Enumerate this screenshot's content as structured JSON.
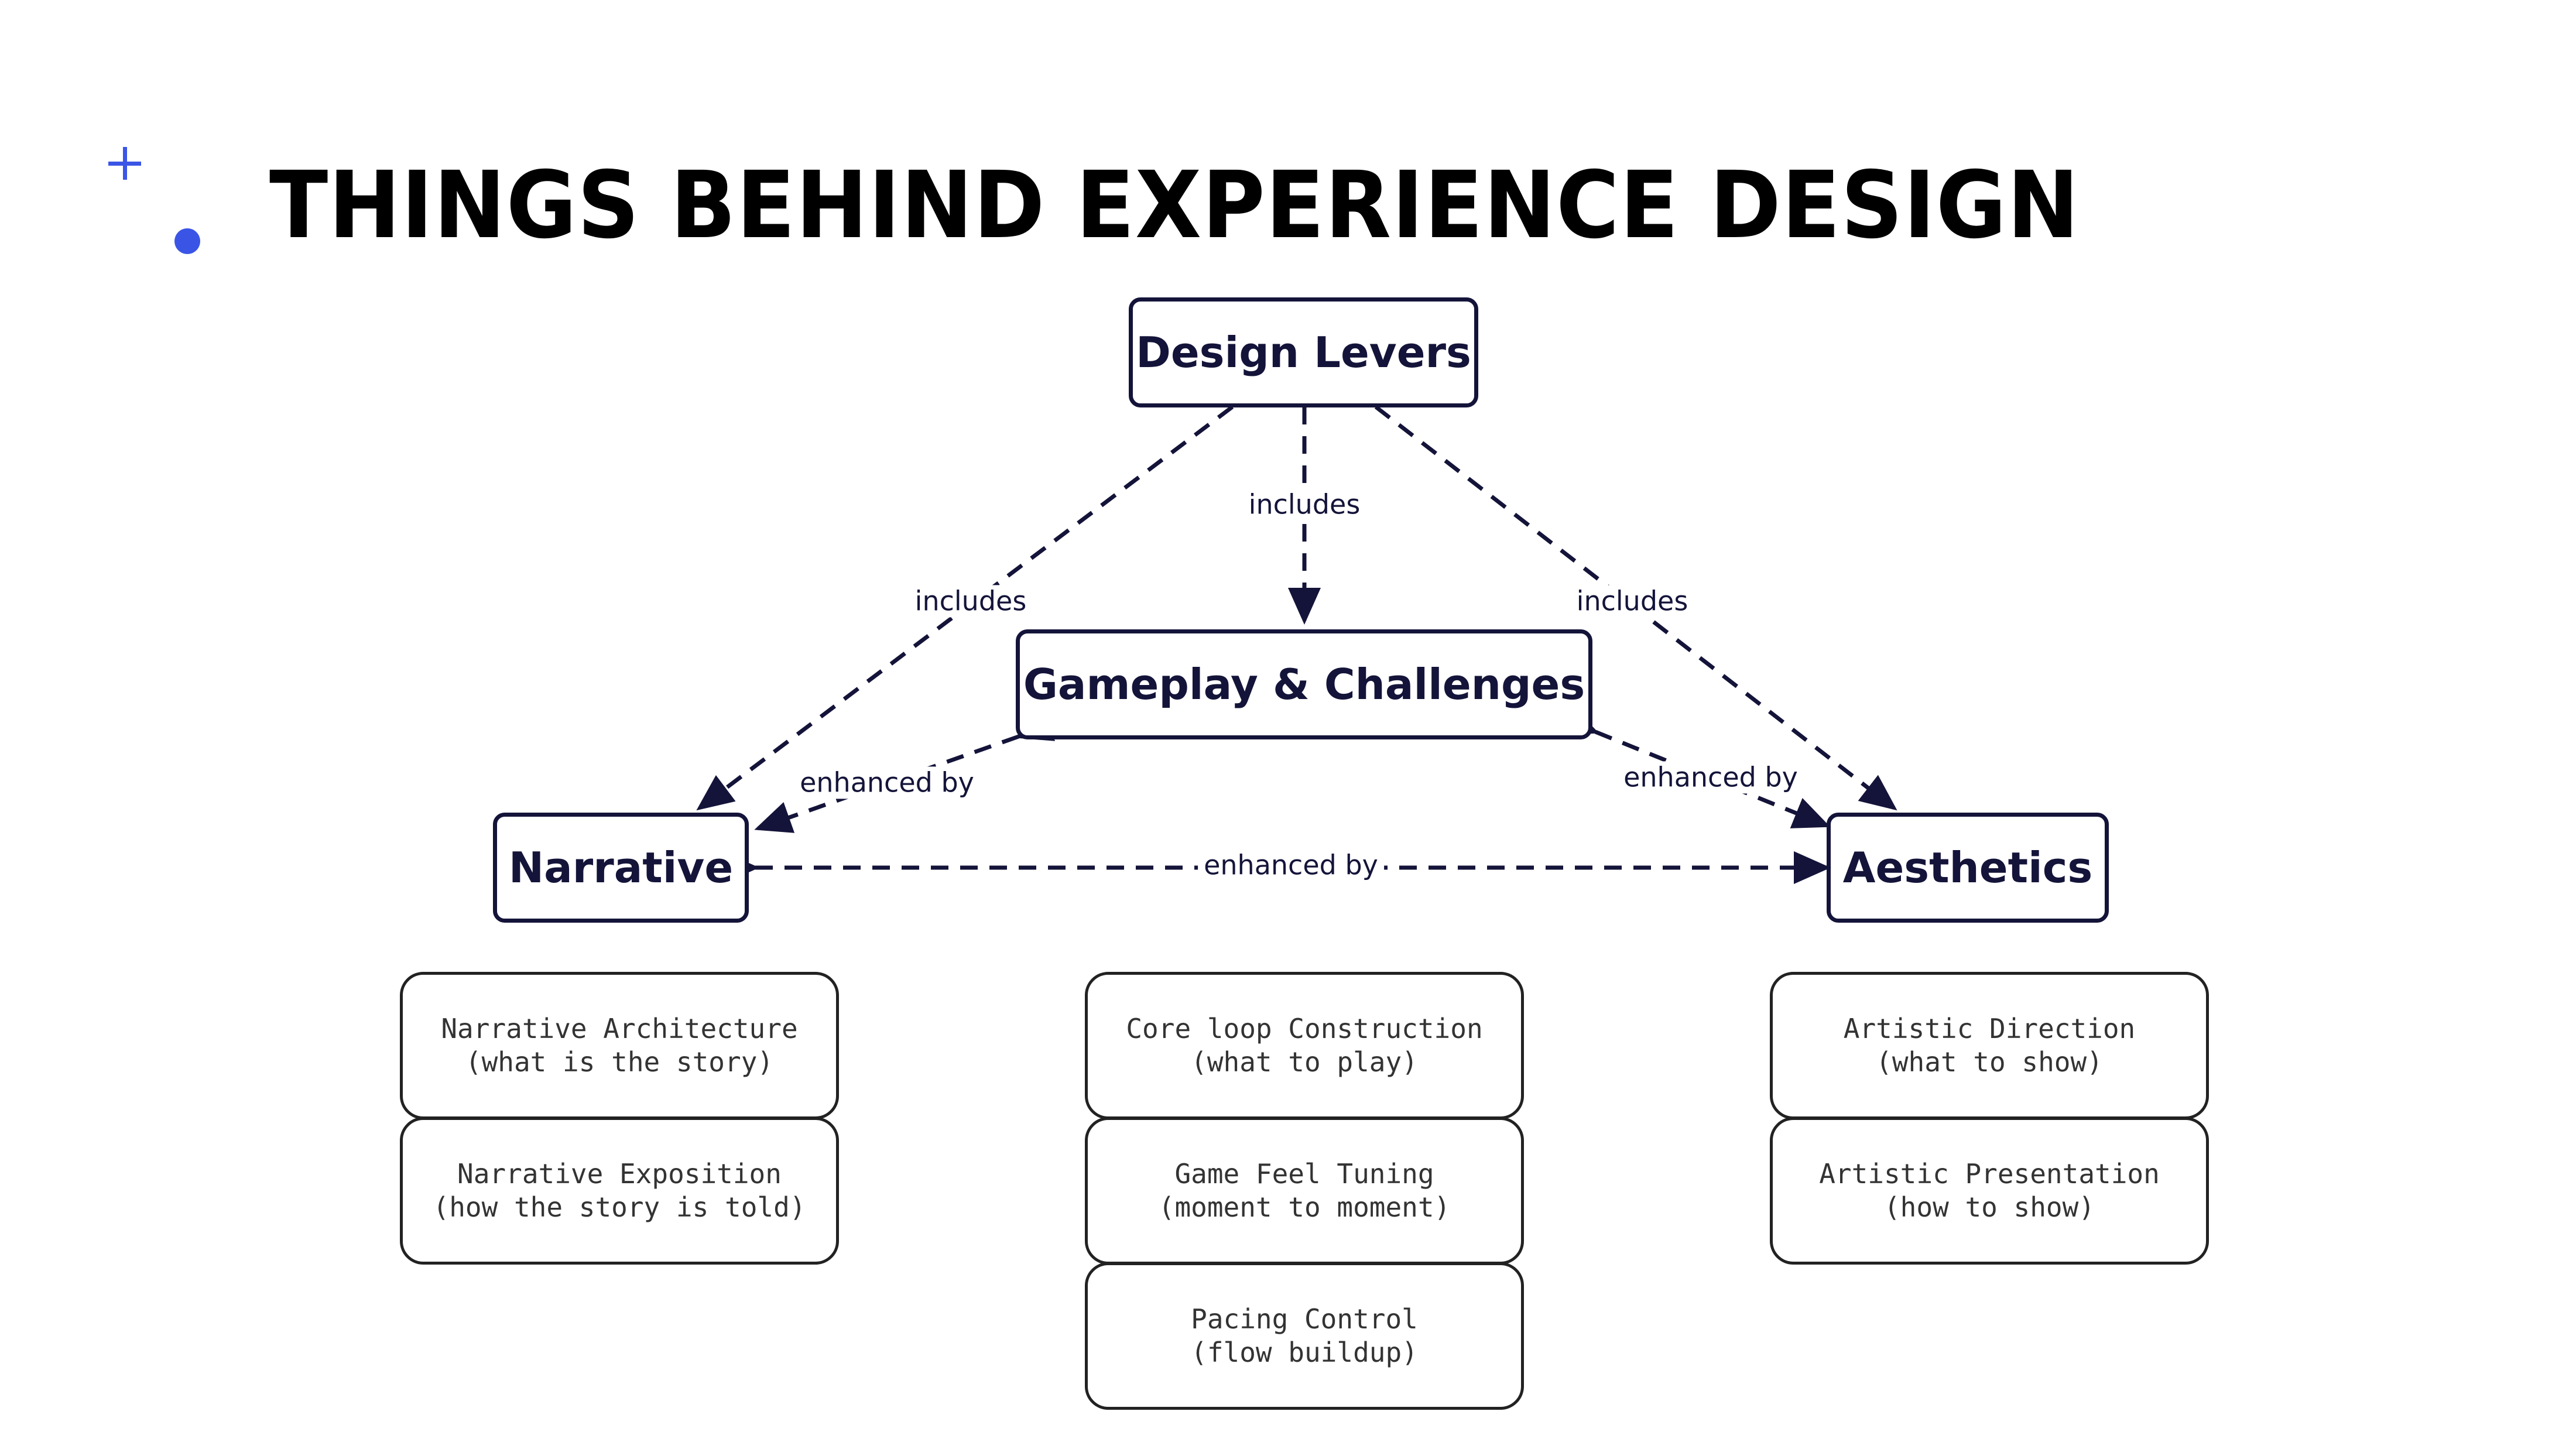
{
  "slide": {
    "title": "THINGS BEHIND EXPERIENCE DESIGN",
    "accent_color": "#3a55e6"
  },
  "diagram": {
    "nodes": {
      "design_levers": "Design Levers",
      "gameplay": "Gameplay & Challenges",
      "narrative": "Narrative",
      "aesthetics": "Aesthetics"
    },
    "edges": {
      "levers_to_gameplay": "includes",
      "levers_to_narrative": "includes",
      "levers_to_aesthetics": "includes",
      "gameplay_narrative": "enhanced by",
      "gameplay_aesthetics": "enhanced by",
      "narrative_aesthetics": "enhanced by"
    },
    "line_color": "#14143a"
  },
  "columns": {
    "narrative": [
      {
        "title": "Narrative Architecture",
        "subtitle": "(what is the story)"
      },
      {
        "title": "Narrative Exposition",
        "subtitle": "(how the story is told)"
      }
    ],
    "gameplay": [
      {
        "title": "Core loop Construction",
        "subtitle": "(what to play)"
      },
      {
        "title": "Game Feel Tuning",
        "subtitle": "(moment to moment)"
      },
      {
        "title": "Pacing Control",
        "subtitle": "(flow buildup)"
      }
    ],
    "aesthetics": [
      {
        "title": "Artistic Direction",
        "subtitle": "(what to show)"
      },
      {
        "title": "Artistic Presentation",
        "subtitle": "(how to show)"
      }
    ]
  }
}
